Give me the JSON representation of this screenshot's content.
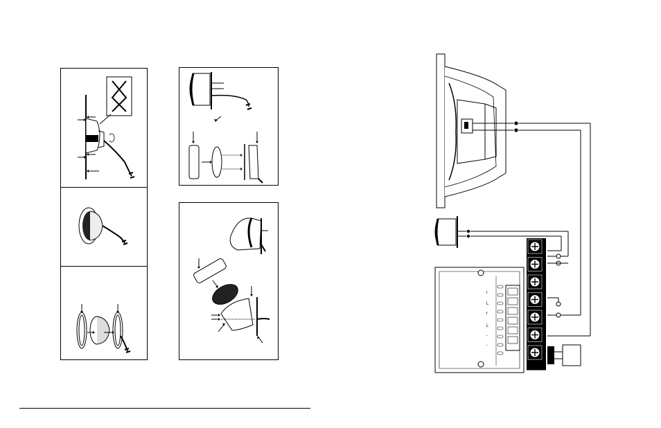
{
  "figure": {
    "left_panels": [
      "flush-mount",
      "surface-flange",
      "grille-assembly"
    ],
    "right_panels": [
      "tweeter-rear",
      "angle-mount"
    ],
    "crossover_channel_marks": [
      "r",
      "L",
      "r",
      "L",
      "-",
      "-"
    ],
    "colors": {
      "ink": "#000000",
      "paper": "#ffffff",
      "shade": "#cfcfcf"
    }
  }
}
